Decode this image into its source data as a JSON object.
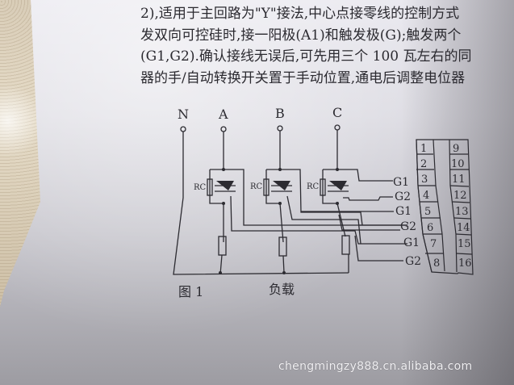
{
  "document": {
    "paragraph_lines": [
      "2),适用于主回路为\"Y\"接法,中心点接零线的控制方式",
      "发双向可控硅时,接一阳极(A1)和触发极(G);触发两个",
      "(G1,G2).确认接线无误后,可先用三个 100 瓦左右的同",
      "器的手/自动转换开关置于手动位置,通电后调整电位器"
    ]
  },
  "diagram": {
    "terminals": [
      "N",
      "A",
      "B",
      "C"
    ],
    "component_label": "RC",
    "gate_labels": [
      "G1",
      "G2",
      "G1",
      "G2",
      "G1",
      "G2"
    ],
    "connector_left": [
      "1",
      "2",
      "3",
      "4",
      "5",
      "6",
      "7",
      "8"
    ],
    "connector_right": [
      "9",
      "10",
      "11",
      "12",
      "13",
      "14",
      "15",
      "16"
    ],
    "figure_caption": "图 1",
    "load_label": "负载"
  },
  "watermark": "chengmingzy888.cn.alibaba.com"
}
